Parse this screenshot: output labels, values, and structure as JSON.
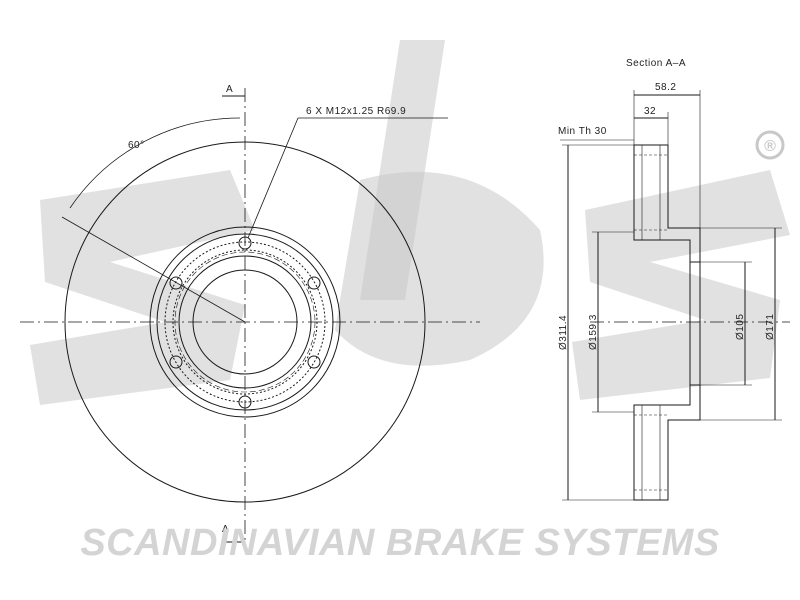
{
  "watermark": {
    "logo_text": "sbs",
    "registered_mark": "®",
    "footer": "SCANDINAVIAN BRAKE SYSTEMS"
  },
  "front_view": {
    "section_marker_top": "A",
    "section_marker_bottom": "A",
    "angle_label": "60°",
    "bolt_callout": "6  X  M12x1.25     R69.9"
  },
  "section_view": {
    "title": "Section  A–A",
    "dim_total_width": "58.2",
    "dim_hub_width": "32",
    "min_thickness": "Min  Th  30",
    "dia_outer": "Ø311.4",
    "dia_hub_face": "Ø159.3",
    "dia_center_bore": "Ø105",
    "dia_hat": "Ø171"
  },
  "colors": {
    "line": "#1a1a1a",
    "watermark": "#c8c8c8"
  }
}
